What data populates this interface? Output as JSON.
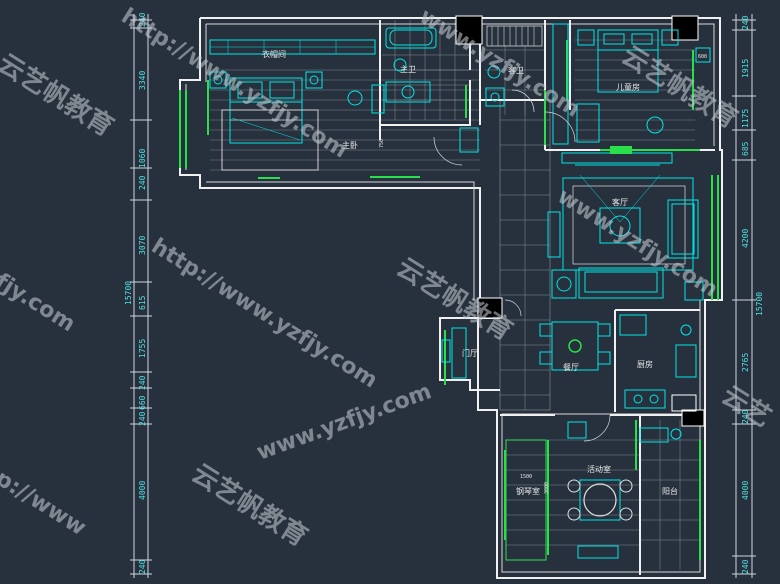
{
  "rooms": {
    "closet": "衣帽间",
    "master_bath": "主卫",
    "guest_bath": "客卫",
    "child_room": "儿童房",
    "master_bedroom": "主卧",
    "living_room": "客厅",
    "foyer": "门厅",
    "dining": "餐厅",
    "kitchen": "厨房",
    "activity_room": "活动室",
    "piano_room": "钢琴室",
    "balcony": "阳台"
  },
  "left_dims": [
    "240",
    "3340",
    "1060",
    "240",
    "3070",
    "615",
    "1755",
    "240",
    "660",
    "240",
    "4000",
    "240"
  ],
  "left_total": "15700",
  "right_dims": [
    "240",
    "1915",
    "1175",
    "685",
    "4200",
    "2765",
    "240",
    "4000",
    "240"
  ],
  "right_total": "15700",
  "small_labels": {
    "master_bed_dim": "750",
    "closet_dim": "600",
    "piano_w": "1500",
    "piano_h": "3000"
  },
  "watermarks": {
    "brand": "云艺帆教育",
    "url": "http://www.yzfjy.com",
    "url_short": "www.yzfjy.com",
    "url_tail": "fjy.com",
    "url_frag": "p://www",
    "brand_frag": "云艺"
  }
}
